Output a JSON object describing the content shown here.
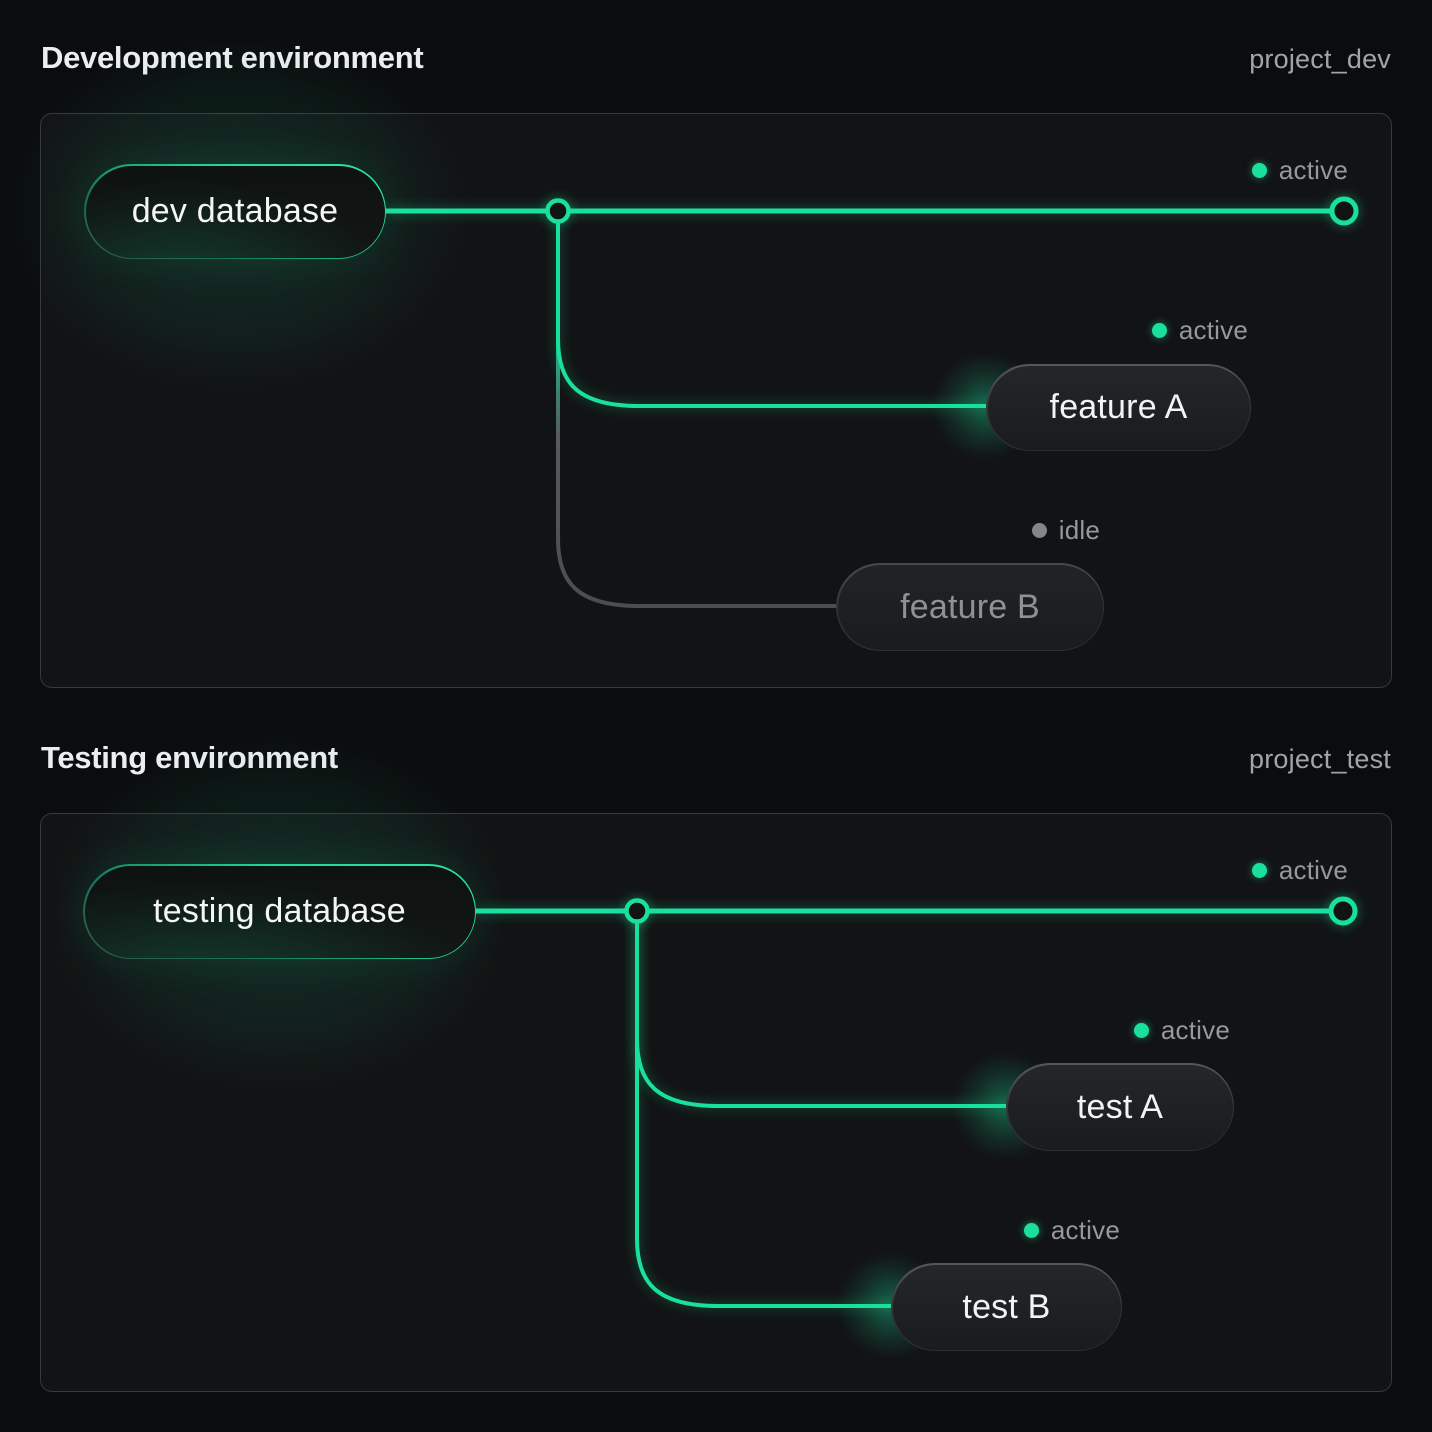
{
  "colors": {
    "accent_green": "#1AE09E",
    "idle_gray": "#4E5050",
    "status_text_gray": "#97989D",
    "panel_background": "#121314",
    "page_background": "#0B0C0D"
  },
  "environments": [
    {
      "title": "Development environment",
      "project_label": "project_dev",
      "database": {
        "label": "dev database",
        "status": "active"
      },
      "main_branch": {
        "status": "active"
      },
      "branches": [
        {
          "label": "feature A",
          "status": "active"
        },
        {
          "label": "feature B",
          "status": "idle"
        }
      ]
    },
    {
      "title": "Testing environment",
      "project_label": "project_test",
      "database": {
        "label": "testing database",
        "status": "active"
      },
      "main_branch": {
        "status": "active"
      },
      "branches": [
        {
          "label": "test A",
          "status": "active"
        },
        {
          "label": "test B",
          "status": "active"
        }
      ]
    }
  ]
}
